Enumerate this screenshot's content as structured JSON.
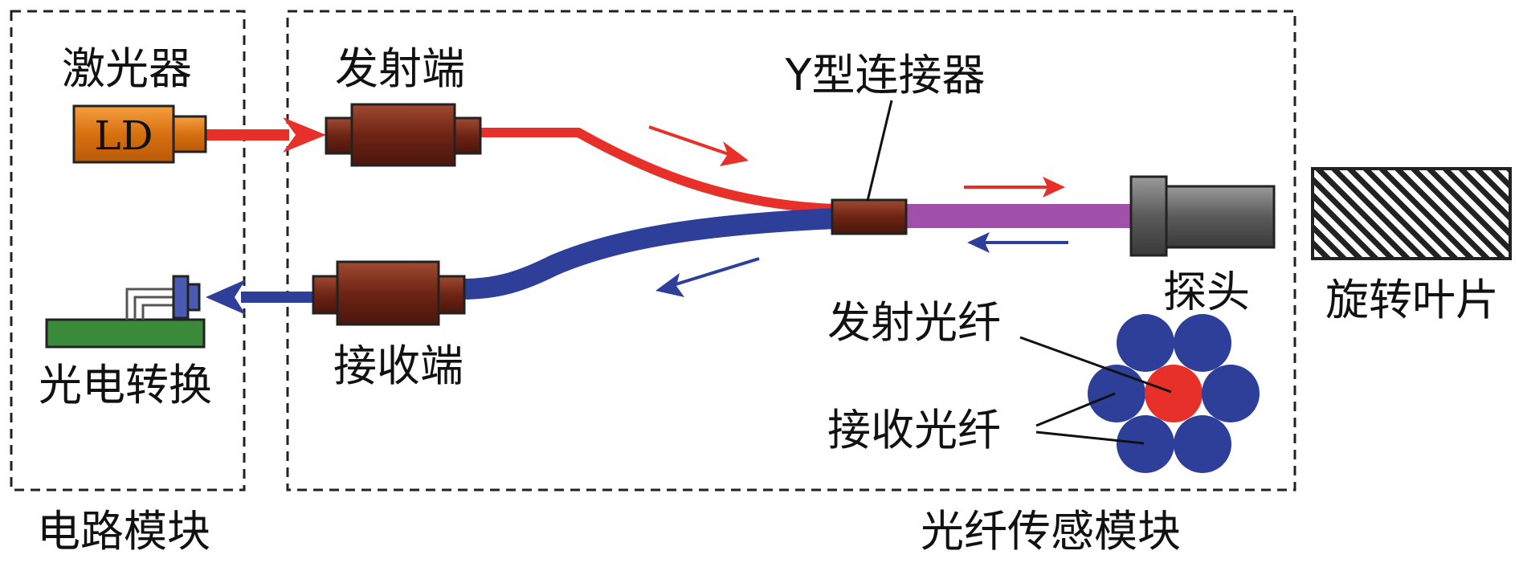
{
  "modules": {
    "circuit": "电路模块",
    "fiber_sensing": "光纤传感模块"
  },
  "components": {
    "laser": "激光器",
    "ld": "LD",
    "transmitter": "发射端",
    "y_connector": "Y型连接器",
    "receiver": "接收端",
    "photoelectric": "光电转换",
    "probe": "探头",
    "rotating_blade": "旋转叶片",
    "transmit_fiber": "发射光纤",
    "receive_fiber": "接收光纤"
  },
  "colors": {
    "transmit": "#e8302a",
    "receive": "#2e3f9a",
    "combined": "#a050a8",
    "connector": "#7a2a1a",
    "laser_body": "#e0861c",
    "probe_body": "#6a6a6a",
    "board": "#3a8a3a"
  }
}
